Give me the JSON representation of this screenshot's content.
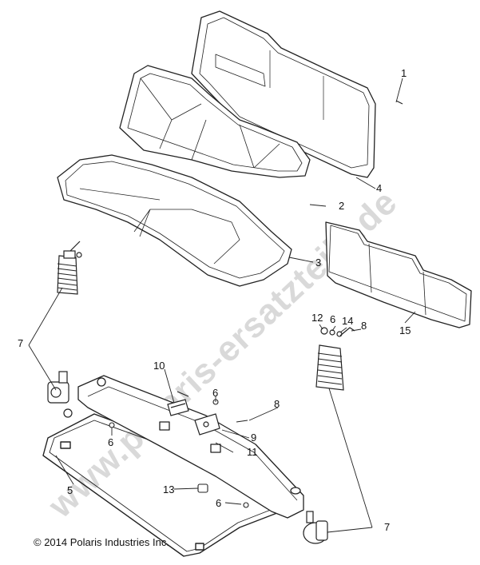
{
  "watermark": "www.polaris-ersatzteile.de",
  "copyright": "© 2014 Polaris Industries Inc.",
  "callouts": {
    "c1": "1",
    "c2": "2",
    "c3": "3",
    "c4": "4",
    "c5": "5",
    "c6a": "6",
    "c6b": "6",
    "c6c": "6",
    "c6d": "6",
    "c7a": "7",
    "c7b": "7",
    "c8a": "8",
    "c8b": "8",
    "c9": "9",
    "c10": "10",
    "c11": "11",
    "c12": "12",
    "c13": "13",
    "c14": "14",
    "c15": "15"
  }
}
